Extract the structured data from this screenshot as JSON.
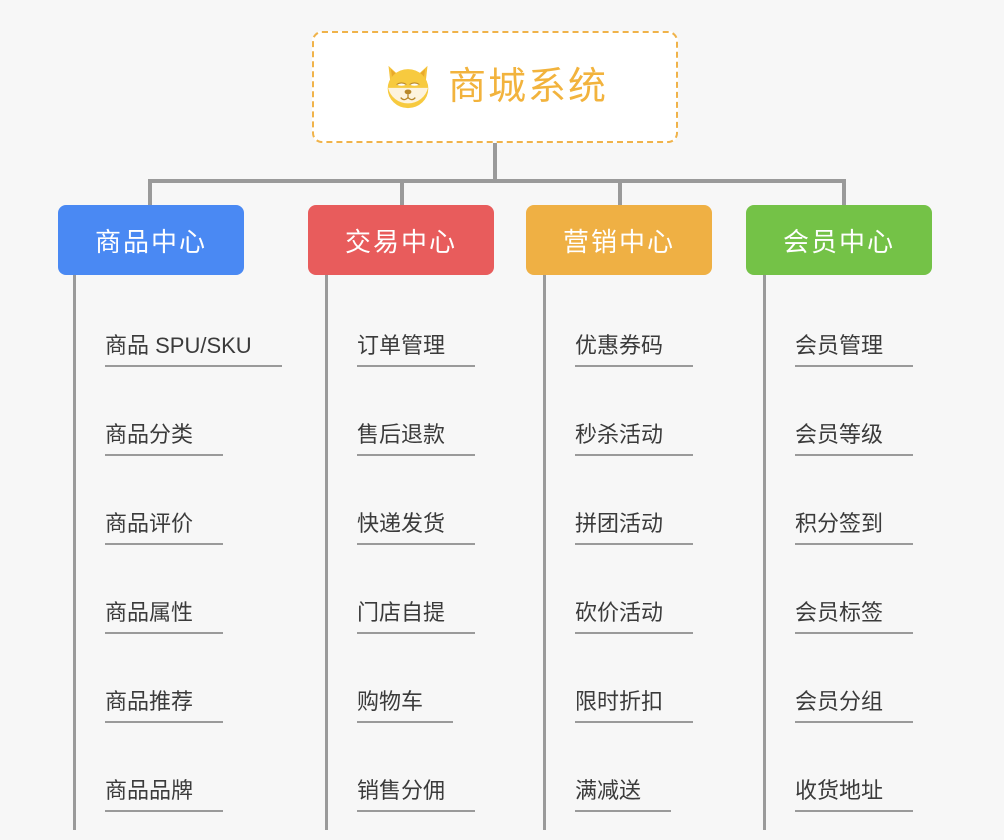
{
  "background_color": "#f7f7f7",
  "root": {
    "title": "商城系统",
    "icon": "shiba-inu-dog-icon",
    "text_color": "#f2b33d",
    "border_color": "#f0b34a",
    "background_color": "#ffffff"
  },
  "connector_color": "#9a9a9a",
  "columns": [
    {
      "title": "商品中心",
      "color": "#4a89f3",
      "items": [
        "商品 SPU/SKU",
        "商品分类",
        "商品评价",
        "商品属性",
        "商品推荐",
        "商品品牌"
      ]
    },
    {
      "title": "交易中心",
      "color": "#e85c5c",
      "items": [
        "订单管理",
        "售后退款",
        "快递发货",
        "门店自提",
        "购物车",
        "销售分佣"
      ]
    },
    {
      "title": "营销中心",
      "color": "#efb044",
      "items": [
        "优惠券码",
        "秒杀活动",
        "拼团活动",
        "砍价活动",
        "限时折扣",
        "满减送"
      ]
    },
    {
      "title": "会员中心",
      "color": "#74c247",
      "items": [
        "会员管理",
        "会员等级",
        "积分签到",
        "会员标签",
        "会员分组",
        "收货地址"
      ]
    }
  ]
}
